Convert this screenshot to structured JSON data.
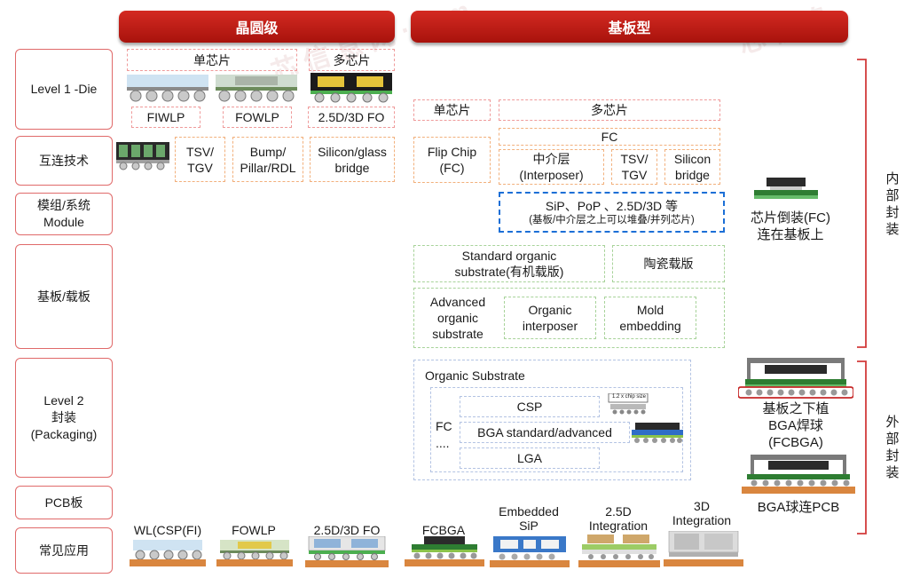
{
  "headers": {
    "wafer_level": "晶圆级",
    "substrate_type": "基板型"
  },
  "row_labels": [
    "Level 1 -Die",
    "互连技术",
    "模组/系统\nModule",
    "基板/载板",
    "Level 2\n封装\n(Packaging)",
    "PCB板",
    "常见应用"
  ],
  "wafer": {
    "single_chip": "单芯片",
    "multi_chip": "多芯片",
    "fiwlp": "FIWLP",
    "fowlp": "FOWLP",
    "fo_25d3d": "2.5D/3D FO",
    "tsv_tgv": "TSV/\nTGV",
    "bump": "Bump/\nPillar/RDL",
    "silicon_glass": "Silicon/glass\nbridge"
  },
  "substrate": {
    "single_chip": "单芯片",
    "multi_chip": "多芯片",
    "flip_chip": "Flip Chip\n(FC)",
    "fc": "FC",
    "interposer": "中介层\n(Interposer)",
    "tsv_tgv": "TSV/\nTGV",
    "silicon_bridge": "Silicon\nbridge",
    "sip_line1": "SiP、PoP 、2.5D/3D 等",
    "sip_line2": "(基板/中介层之上可以堆叠/并列芯片)",
    "std_organic": "Standard organic\nsubstrate(有机载版)",
    "ceramic": "陶瓷载版",
    "adv_organic": "Advanced\norganic\nsubstrate",
    "organic_interposer": "Organic\ninterposer",
    "mold_embedding": "Mold\nembedding",
    "organic_substrate": "Organic Substrate",
    "fc_short": "FC\n....",
    "csp": "CSP",
    "bga": "BGA standard/advanced",
    "lga": "LGA",
    "chip_size_note": "1.2 x chip size"
  },
  "right_notes": {
    "fc_on_substrate": "芯片倒装(FC)\n连在基板上",
    "fcbga": "基板之下植\nBGA焊球\n(FCBGA)",
    "bga_pcb": "BGA球连PCB",
    "internal": "内\n部\n封\n装",
    "external": "外\n部\n封\n装"
  },
  "applications": [
    "WL(CSP(FI)",
    "FOWLP",
    "2.5D/3D FO",
    "FCBGA",
    "Embedded\nSiP",
    "2.5D\nIntegration",
    "3D\nIntegration"
  ],
  "colors": {
    "banner_red": "#c81e18",
    "label_border": "#e06a6a",
    "pink_dash": "#ef9a9a",
    "orange_dash": "#f2b07c",
    "green_dash": "#a8d39a",
    "blue_dash": "#b3c3e3",
    "sip_blue": "#1c6fd6"
  }
}
